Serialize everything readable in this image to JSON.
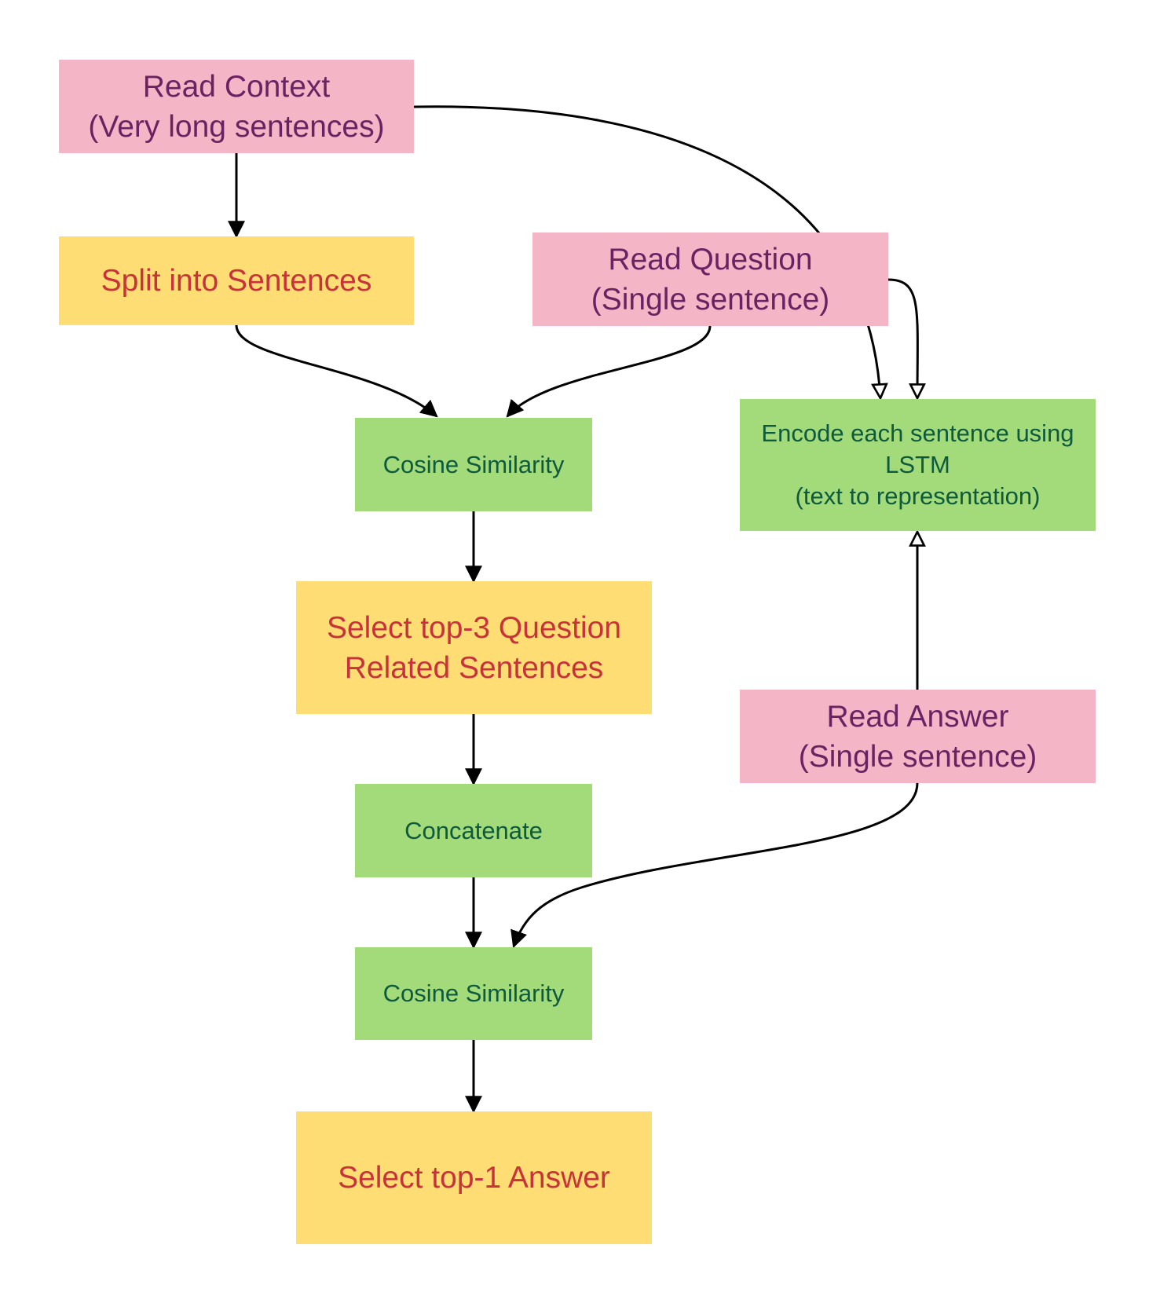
{
  "nodes": {
    "read_context": {
      "line1": "Read Context",
      "line2": "(Very long sentences)"
    },
    "split": {
      "line1": "Split into Sentences"
    },
    "read_question": {
      "line1": "Read Question",
      "line2": "(Single sentence)"
    },
    "cosine_1": {
      "line1": "Cosine Similarity"
    },
    "encode": {
      "line1": "Encode each sentence using",
      "line2": "LSTM",
      "line3": "(text to representation)"
    },
    "select_top3": {
      "line1": "Select top-3 Question",
      "line2": "Related Sentences"
    },
    "read_answer": {
      "line1": "Read Answer",
      "line2": "(Single sentence)"
    },
    "concatenate": {
      "line1": "Concatenate"
    },
    "cosine_2": {
      "line1": "Cosine Similarity"
    },
    "select_top1": {
      "line1": "Select top-1 Answer"
    }
  },
  "colors": {
    "input_fill": "#f4b5c6",
    "input_text": "#6b2263",
    "selection_fill": "#fddd74",
    "selection_text": "#c8323a",
    "process_fill": "#a3da7a",
    "process_text": "#0d5a3e",
    "edge": "#000000"
  },
  "edges": [
    {
      "from": "read_context",
      "to": "split",
      "arrow": "filled"
    },
    {
      "from": "split",
      "to": "cosine_1",
      "arrow": "filled"
    },
    {
      "from": "read_question",
      "to": "cosine_1",
      "arrow": "filled"
    },
    {
      "from": "read_context",
      "to": "encode",
      "arrow": "hollow"
    },
    {
      "from": "read_question",
      "to": "encode",
      "arrow": "hollow"
    },
    {
      "from": "read_answer",
      "to": "encode",
      "arrow": "hollow"
    },
    {
      "from": "cosine_1",
      "to": "select_top3",
      "arrow": "filled"
    },
    {
      "from": "select_top3",
      "to": "concatenate",
      "arrow": "filled"
    },
    {
      "from": "concatenate",
      "to": "cosine_2",
      "arrow": "filled"
    },
    {
      "from": "read_answer",
      "to": "cosine_2",
      "arrow": "filled"
    },
    {
      "from": "cosine_2",
      "to": "select_top1",
      "arrow": "filled"
    }
  ]
}
